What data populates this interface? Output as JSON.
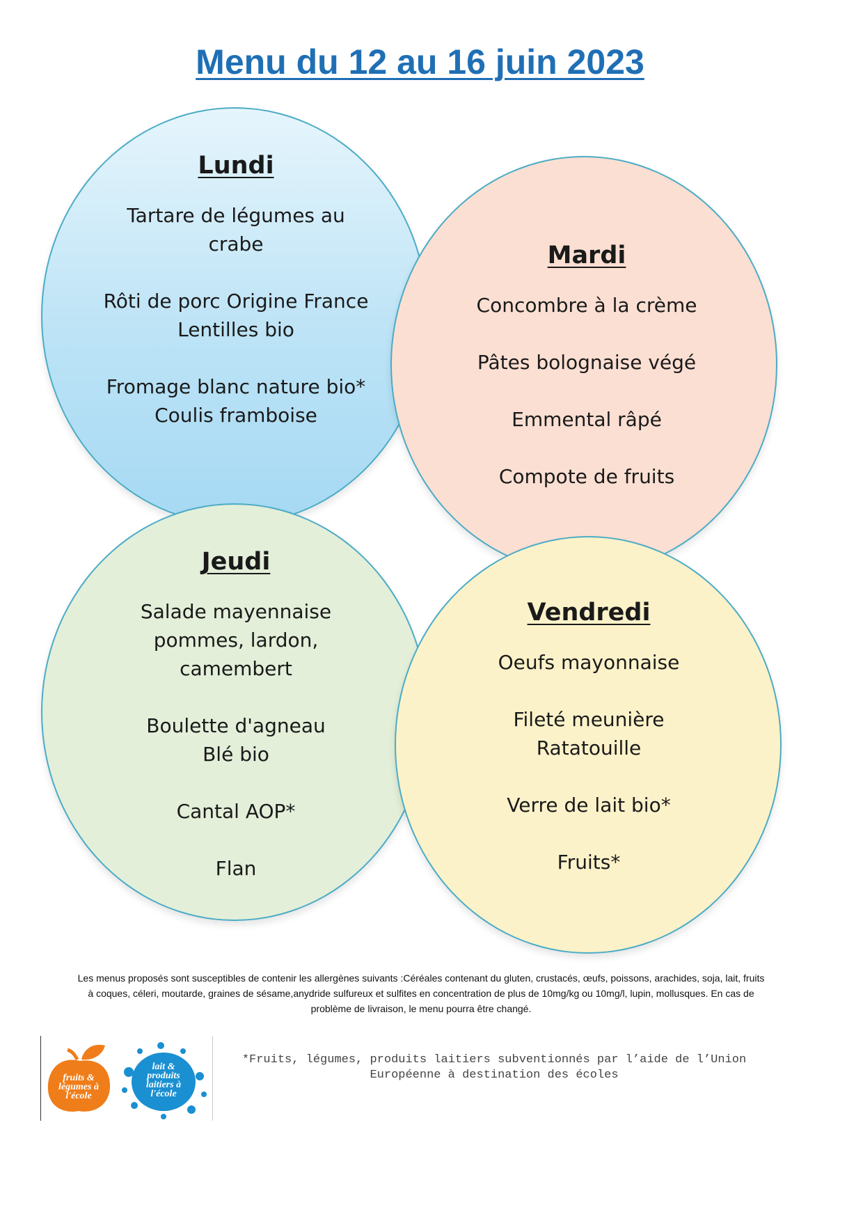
{
  "title": "Menu du 12 au 16 juin 2023",
  "days": {
    "lundi": {
      "name": "Lundi",
      "items": [
        "Tartare de légumes au crabe",
        "Rôti de porc Origine France",
        "Lentilles bio",
        "Fromage blanc nature bio*",
        "Coulis framboise"
      ]
    },
    "mardi": {
      "name": "Mardi",
      "items": [
        "Concombre à la crème",
        "Pâtes bolognaise végé",
        "Emmental râpé",
        "Compote de fruits"
      ]
    },
    "jeudi": {
      "name": "Jeudi",
      "items": [
        "Salade mayennaise pommes, lardon, camembert",
        "Boulette d'agneau",
        "Blé bio",
        "Cantal AOP*",
        "Flan"
      ]
    },
    "vendredi": {
      "name": "Vendredi",
      "items": [
        "Oeufs mayonnaise",
        "Fileté meunière",
        "Ratatouille",
        "Verre de lait bio*",
        "Fruits*"
      ]
    }
  },
  "allergens": {
    "line1": "Les menus proposés sont susceptibles de contenir les allergènes suivants :Céréales contenant du gluten, crustacés, œufs, poissons, arachides, soja, lait, fruits",
    "line2": "à coques, céleri, moutarde, graines de sésame,anydride sulfureux et sulfites en concentration de plus de 10mg/kg ou 10mg/l, lupin, mollusques.     En cas de",
    "line3": "problème de livraison, le menu pourra être changé."
  },
  "logos": {
    "fruits_logo_text": "fruits & légumes à l'école",
    "lait_logo_text": "lait & produits laitiers à l'école",
    "fruits_color": "#ef7d1a",
    "lait_color": "#1a8fd1"
  },
  "footnote": {
    "line1": "*Fruits, légumes, produits laitiers subventionnés par l’aide de l’Union",
    "line2": "Européenne à destination des écoles"
  }
}
